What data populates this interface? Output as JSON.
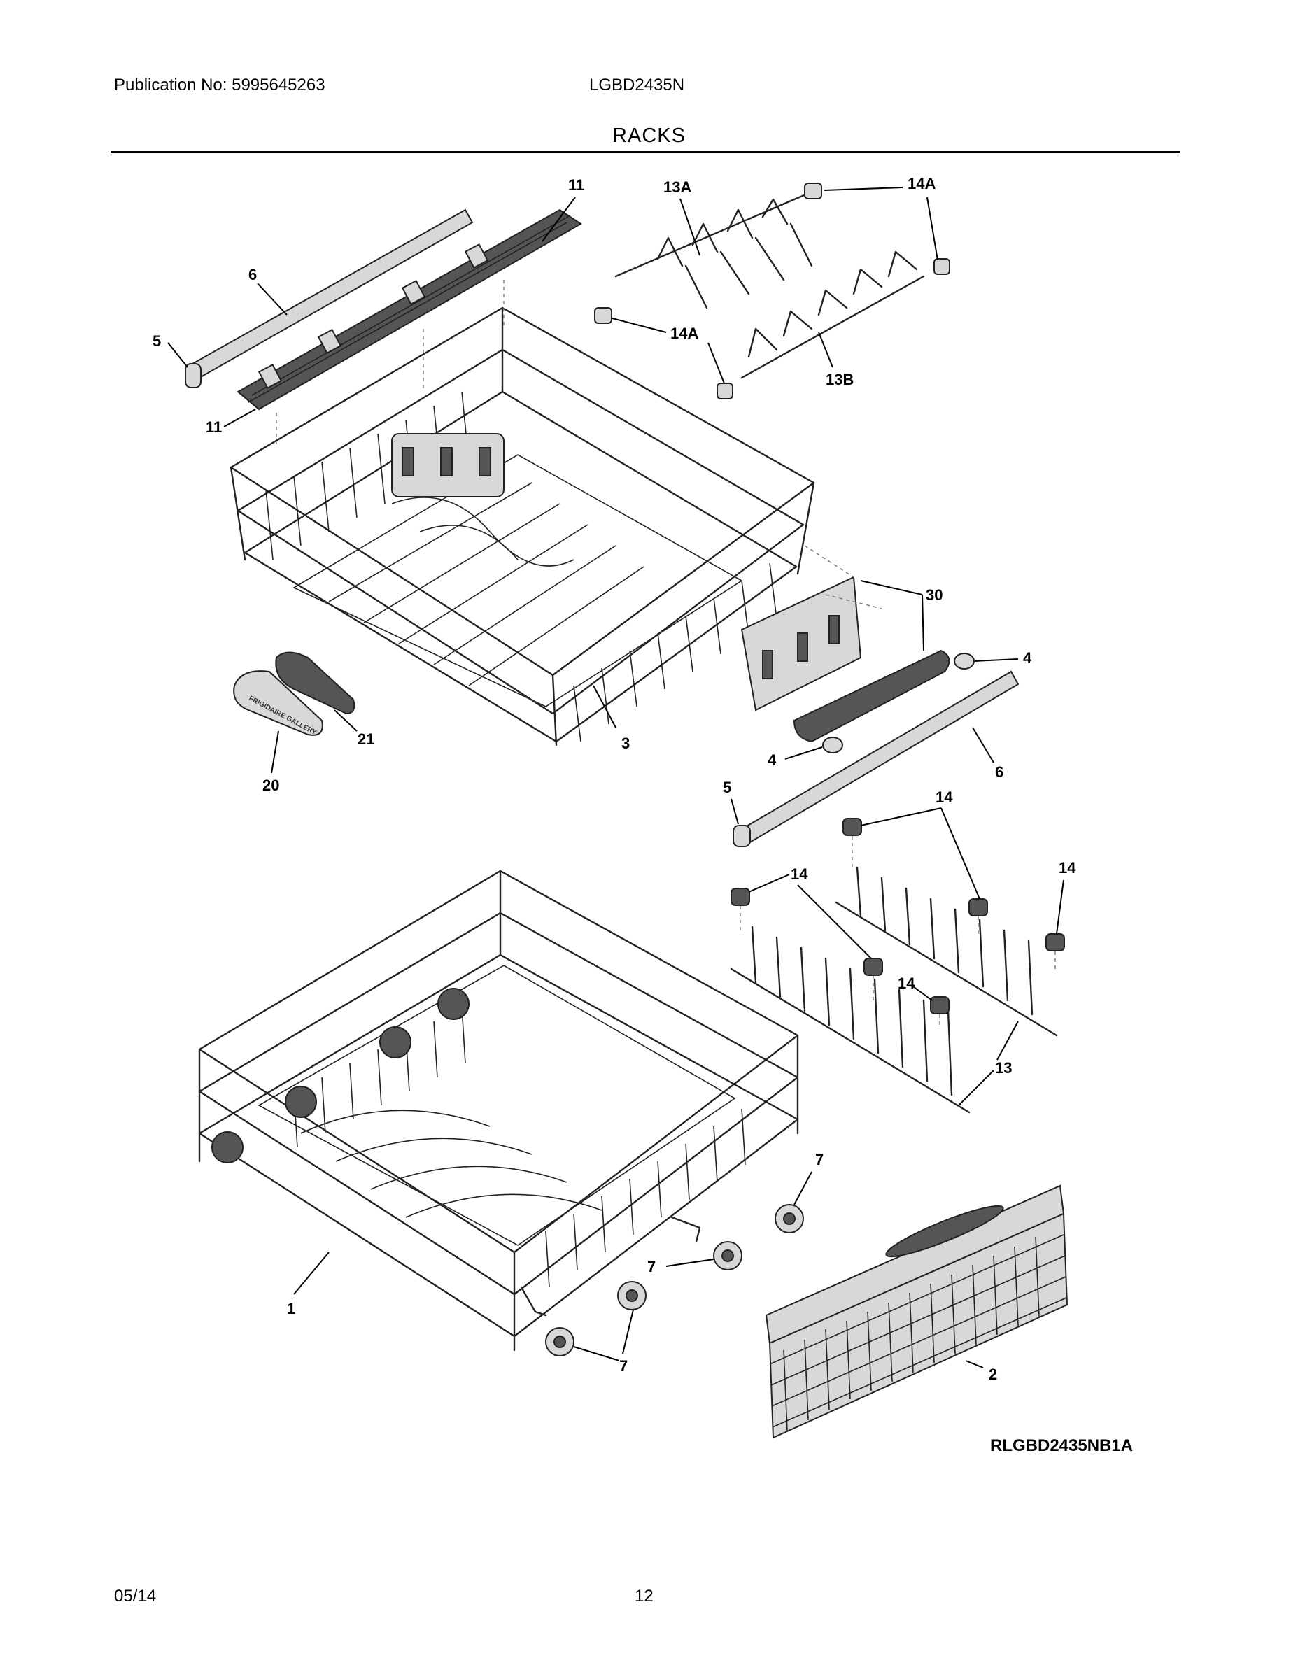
{
  "header": {
    "publication": "Publication No: 5995645263",
    "model": "LGBD2435N",
    "section_title": "RACKS"
  },
  "callouts": {
    "c11a": "11",
    "c11b": "11",
    "c6a": "6",
    "c6b": "6",
    "c5a": "5",
    "c5b": "5",
    "c13A": "13A",
    "c14Aa": "14A",
    "c14Ab": "14A",
    "c13B": "13B",
    "c30": "30",
    "c4a": "4",
    "c4b": "4",
    "c21": "21",
    "c20": "20",
    "c3": "3",
    "c14a": "14",
    "c14b": "14",
    "c14c": "14",
    "c14d": "14",
    "c13": "13",
    "c7a": "7",
    "c7b": "7",
    "c7c": "7",
    "c1": "1",
    "c2": "2"
  },
  "logo_text": "FRIGIDAIRE GALLERY",
  "drawing_id": "RLGBD2435NB1A",
  "footer": {
    "date": "05/14",
    "page": "12"
  }
}
